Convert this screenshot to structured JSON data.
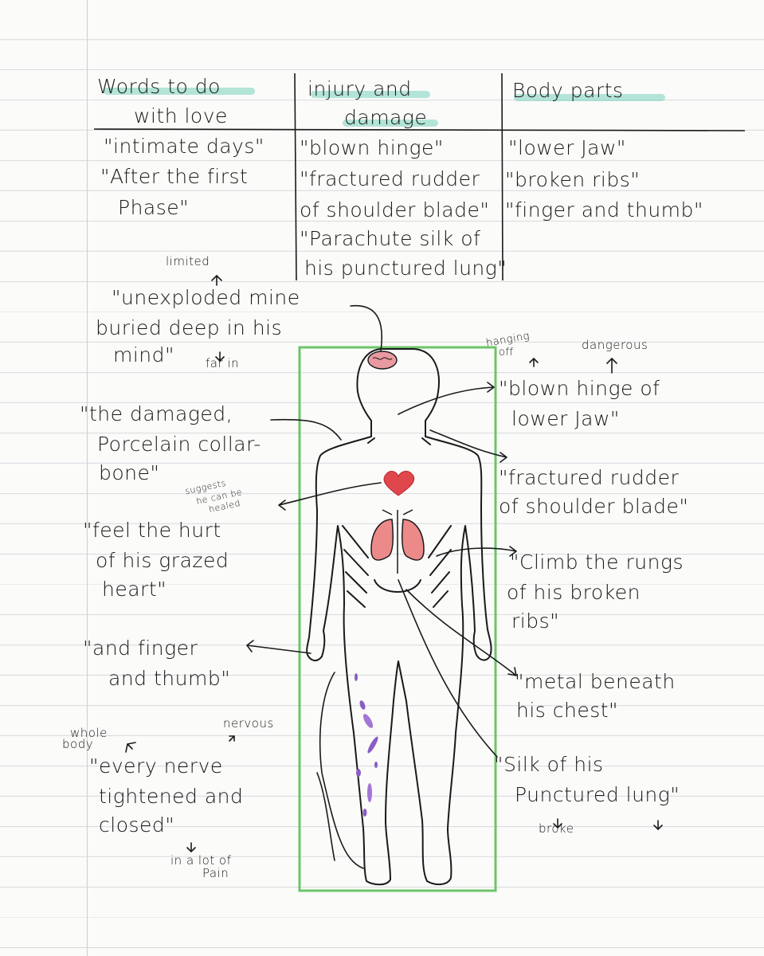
{
  "table": {
    "headers": {
      "love_line1": "Words to do",
      "love_line2": "with love",
      "injury_line1": "injury and",
      "injury_line2": "damage",
      "body": "Body parts"
    },
    "love": [
      "\"intimate days\"",
      "\"After the first",
      "Phase\""
    ],
    "injury": [
      "\"blown hinge\"",
      "\"fractured rudder",
      "of shoulder blade\"",
      "\"Parachute silk of",
      "his punctured lung\""
    ],
    "body": [
      "\"lower Jaw\"",
      "\"broken ribs\"",
      "\"finger and thumb\""
    ]
  },
  "annotations_left": {
    "mine_note": "limited",
    "mine_1": "\"unexploded mine",
    "mine_2": "buried deep in his",
    "mine_3": "mind\"",
    "mine_sub": "far in",
    "collar_1": "\"the damaged,",
    "collar_2": "Porcelain collar-",
    "collar_3": "bone\"",
    "suggest_1": "suggests",
    "suggest_2": "he can be",
    "suggest_3": "healed",
    "hurt_1": "\"feel the hurt",
    "hurt_2": "of his grazed",
    "hurt_3": "heart\"",
    "finger_1": "\"and finger",
    "finger_2": "and thumb\"",
    "whole_1": "whole",
    "whole_2": "body",
    "nervous": "nervous",
    "nerve_1": "\"every nerve",
    "nerve_2": "tightened and",
    "nerve_3": "closed\"",
    "pain_1": "in a lot of",
    "pain_2": "Pain"
  },
  "annotations_right": {
    "hanging_1": "hanging",
    "hanging_2": "off",
    "dangerous": "dangerous",
    "hinge_1": "\"blown hinge of",
    "hinge_2": "lower Jaw\"",
    "rudder_1": "\"fractured rudder",
    "rudder_2": "of shoulder blade\"",
    "rungs_1": "\"Climb the rungs",
    "rungs_2": "of his broken",
    "rungs_3": "ribs\"",
    "metal_1": "\"metal beneath",
    "metal_2": "his chest\"",
    "silk_1": "\"Silk of his",
    "silk_2": "Punctured lung\"",
    "broke": "broke"
  },
  "colors": {
    "highlight": "#7fd6c2",
    "box_border": "#6cc46a",
    "heart": "#e0474c",
    "lungs": "#ec8a8a",
    "brain": "#e89aa0",
    "bruise_purple": "#8a5cc4",
    "ink": "#1a1a1a"
  },
  "icons": [
    "heart-icon",
    "brain-icon",
    "lungs-icon",
    "human-body-outline"
  ]
}
